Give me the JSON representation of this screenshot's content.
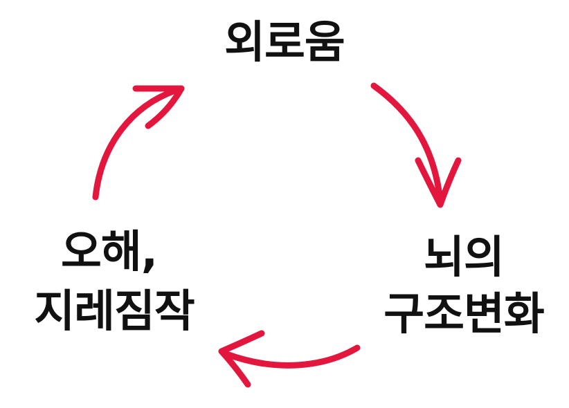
{
  "cycle": {
    "nodes": {
      "top": "외로움",
      "right_line1": "뇌의",
      "right_line2": "구조변화",
      "left_line1": "오해,",
      "left_line2": "지레짐작"
    },
    "arrow_color": "#E3163D",
    "text_color": "#111111"
  }
}
